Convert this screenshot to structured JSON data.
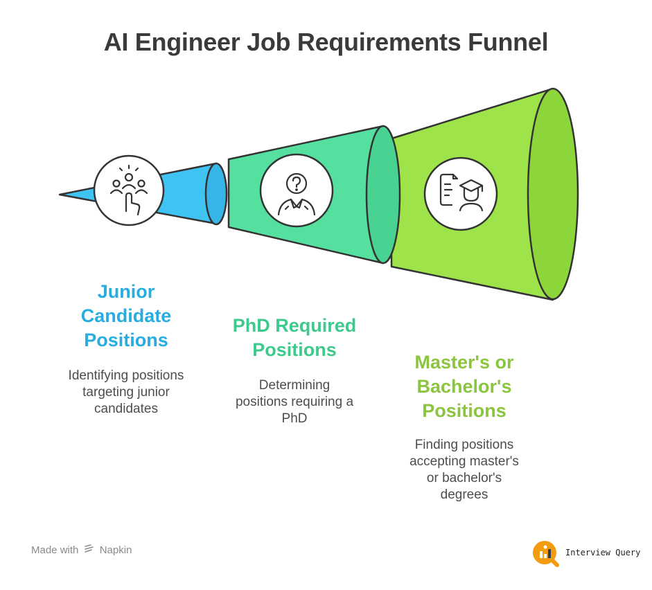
{
  "title": "AI Engineer Job Requirements Funnel",
  "stages": [
    {
      "title": "Junior Candidate Positions",
      "title_lines": [
        "Junior",
        "Candidate",
        "Positions"
      ],
      "description_lines": [
        "Identifying positions",
        "targeting junior",
        "candidates"
      ],
      "color": "#27ADE0",
      "fill": "#3FC3F2",
      "icon": "people-pointing-hand-icon"
    },
    {
      "title": "PhD Required Positions",
      "title_lines": [
        "PhD Required",
        "Positions"
      ],
      "description_lines": [
        "Determining",
        "positions requiring a",
        "PhD"
      ],
      "color": "#3CCB8C",
      "fill": "#55E0A0",
      "icon": "person-question-icon"
    },
    {
      "title": "Master's or Bachelor's Positions",
      "title_lines": [
        "Master's or",
        "Bachelor's",
        "Positions"
      ],
      "description_lines": [
        "Finding positions",
        "accepting master's",
        "or bachelor's",
        "degrees"
      ],
      "color": "#8BC53F",
      "fill": "#9EE34A",
      "icon": "document-graduate-icon"
    }
  ],
  "footer": {
    "made_with": "Made with",
    "napkin": "Napkin",
    "brand": "Interview Query",
    "brand_color": "#F39C12"
  }
}
